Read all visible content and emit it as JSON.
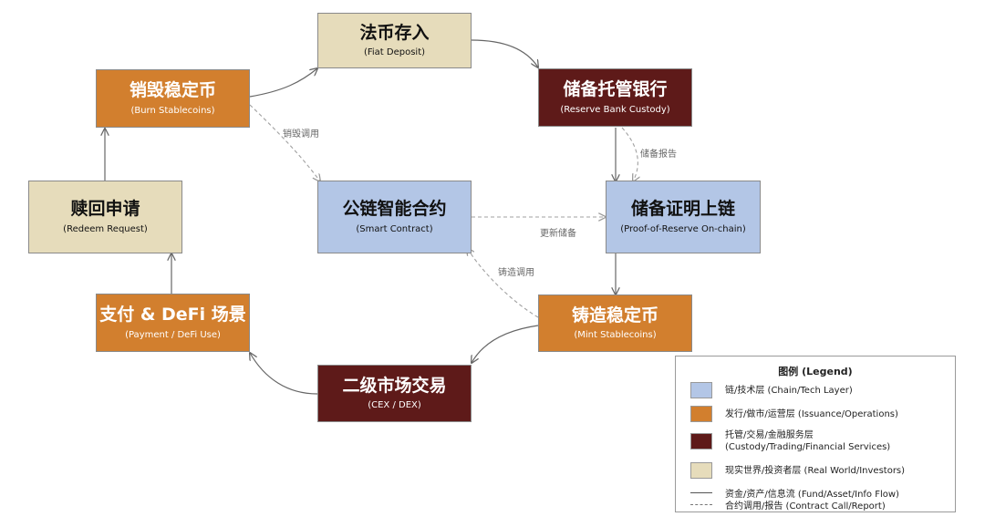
{
  "colors": {
    "chain": "#b3c6e6",
    "issuance": "#d27f2e",
    "custody": "#5e1a19",
    "real_world": "#e6dcbb",
    "line": "#666666",
    "dashed": "#a0a0a0"
  },
  "nodes": {
    "fiat_deposit": {
      "title": "法币存入",
      "subtitle": "(Fiat Deposit)"
    },
    "burn": {
      "title": "销毁稳定币",
      "subtitle": "(Burn Stablecoins)"
    },
    "reserve_bank": {
      "title": "储备托管银行",
      "subtitle": "(Reserve Bank Custody)"
    },
    "redeem": {
      "title": "赎回申请",
      "subtitle": "(Redeem Request)"
    },
    "smart_contract": {
      "title": "公链智能合约",
      "subtitle": "(Smart Contract)"
    },
    "proof_of_reserve": {
      "title": "储备证明上链",
      "subtitle": "(Proof-of-Reserve On-chain)"
    },
    "payment_defi": {
      "title": "支付 & DeFi 场景",
      "subtitle": "(Payment / DeFi Use)"
    },
    "mint": {
      "title": "铸造稳定币",
      "subtitle": "(Mint Stablecoins)"
    },
    "secondary_market": {
      "title": "二级市场交易",
      "subtitle": "(CEX / DEX)"
    }
  },
  "edge_labels": {
    "burn_call": "销毁调用",
    "reserve_report": "储备报告",
    "update_reserve": "更新储备",
    "mint_call": "铸造调用"
  },
  "legend": {
    "title": "图例 (Legend)",
    "chain": "链/技术层 (Chain/Tech Layer)",
    "issuance": "发行/做市/运营层 (Issuance/Operations)",
    "custody": "托管/交易/金融服务层\n(Custody/Trading/Financial Services)",
    "real_world": "现实世界/投资者层 (Real World/Investors)",
    "solid_line": "资金/资产/信息流 (Fund/Asset/Info Flow)",
    "dashed_line": "合约调用/报告 (Contract Call/Report)"
  }
}
